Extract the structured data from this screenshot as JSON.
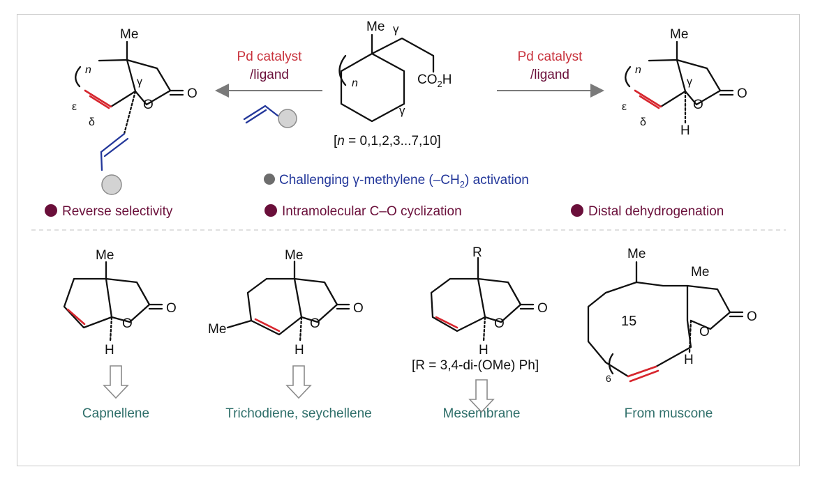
{
  "colors": {
    "red": "#c8323c",
    "maroon": "#6a0f3a",
    "blue": "#23379a",
    "teal": "#2f6f6a",
    "gray": "#7a7a7a",
    "frame": "#c9c9c9"
  },
  "reaction": {
    "left_reagent": {
      "line1": "Pd catalyst",
      "line2": "/ligand"
    },
    "right_reagent": {
      "line1": "Pd catalyst",
      "line2": "/ligand"
    },
    "substrate_range": {
      "open": "[",
      "n": "n",
      "rest": " = 0,1,2,3...7,10]"
    },
    "atom_me": "Me",
    "atom_o": "O",
    "atom_h": "H",
    "greek_gamma": "γ",
    "greek_delta": "δ",
    "greek_epsilon": "ε",
    "n_label": "n",
    "co2h": {
      "a": "CO",
      "sub": "2",
      "b": "H"
    }
  },
  "features": {
    "challenge": {
      "prefix": "Challenging ",
      "gamma": "γ",
      "mid": "-methylene (–CH",
      "sub": "2",
      "suffix": ") activation"
    },
    "bullets": [
      "Reverse selectivity",
      "Intramolecular C–O cyclization",
      "Distal dehydrogenation"
    ]
  },
  "products": [
    {
      "substituent": "Me",
      "name": "Capnellene"
    },
    {
      "substituent": "Me",
      "extra": "Me",
      "name": "Trichodiene, seychellene"
    },
    {
      "substituent": "R",
      "note": "[R = 3,4-di-(OMe) Ph]",
      "name": "Mesembrane"
    },
    {
      "substituent": "Me",
      "extra": "Me",
      "ring_size": "15",
      "chain": "6",
      "name": "From muscone"
    }
  ]
}
